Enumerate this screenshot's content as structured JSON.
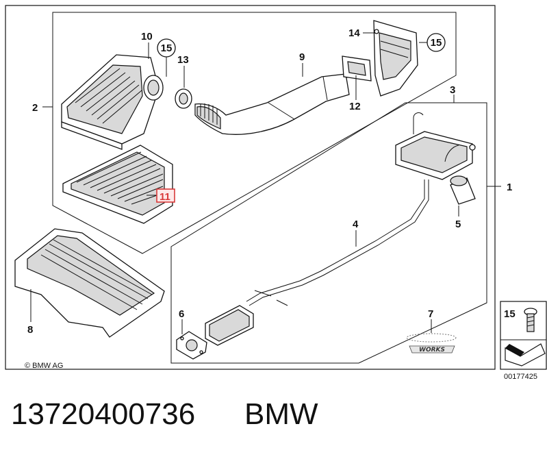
{
  "callouts": {
    "c1": "1",
    "c2": "2",
    "c3": "3",
    "c4": "4",
    "c5": "5",
    "c6": "6",
    "c7": "7",
    "c8": "8",
    "c10": "10",
    "c11": "11",
    "c12": "12",
    "c13": "13",
    "c14": "14",
    "c15a": "15",
    "c15b": "15",
    "c15c": "15"
  },
  "copyright": "© BMW AG",
  "logo_text": "WORKS",
  "diagram_number": "00177425",
  "part_number": "13720400736",
  "brand": "BMW",
  "colors": {
    "highlight": "#d93a3a",
    "line": "#111111",
    "shade": "#d9d9d9"
  }
}
